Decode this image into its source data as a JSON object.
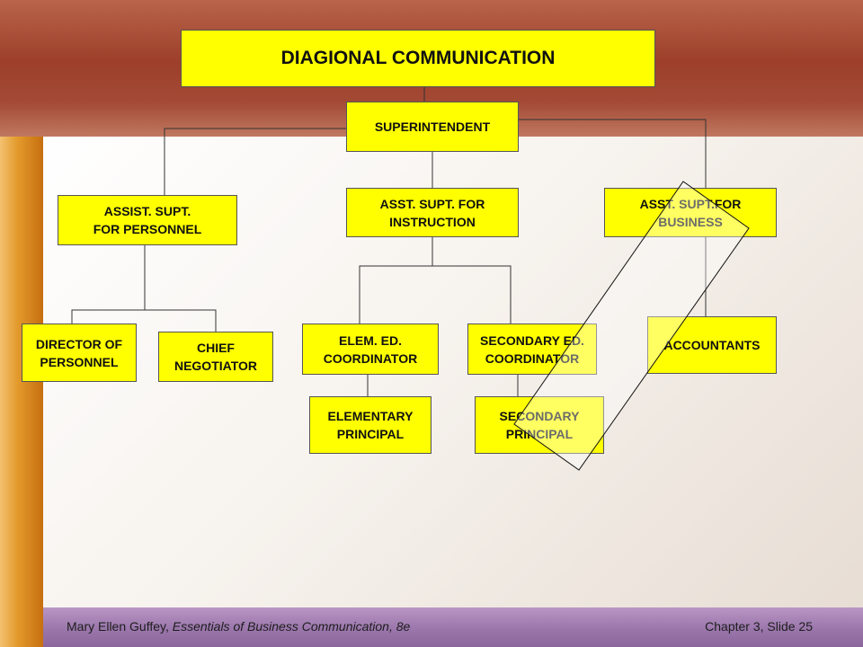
{
  "title": "DIAGIONAL COMMUNICATION",
  "boxes": {
    "superintendent": "SUPERINTENDENT",
    "assist_personnel": "ASSIST. SUPT.\nFOR PERSONNEL",
    "asst_instruction": "ASST. SUPT. FOR\nINSTRUCTION",
    "asst_business": "ASST. SUPT.FOR\nBUSINESS",
    "director_personnel": "DIRECTOR OF\nPERSONNEL",
    "chief_negotiator": "CHIEF\nNEGOTIATOR",
    "elem_coordinator": "ELEM. ED.\nCOORDINATOR",
    "secondary_coordinator": "SECONDARY ED.\nCOORDINATOR",
    "accountants": "ACCOUNTANTS",
    "elementary_principal": "ELEMENTARY\nPRINCIPAL",
    "secondary_principal": "SECONDARY\nPRINCIPAL"
  },
  "footer": {
    "author": "Mary Ellen Guffey,",
    "book": "Essentials of Business Communication, 8e",
    "chapter": "Chapter 3, Slide 25"
  },
  "colors": {
    "box_fill": "#ffff00",
    "top_band": "#9d3f2a",
    "left_bar": "#e39a2c",
    "footer_bar": "#9a76ab"
  }
}
